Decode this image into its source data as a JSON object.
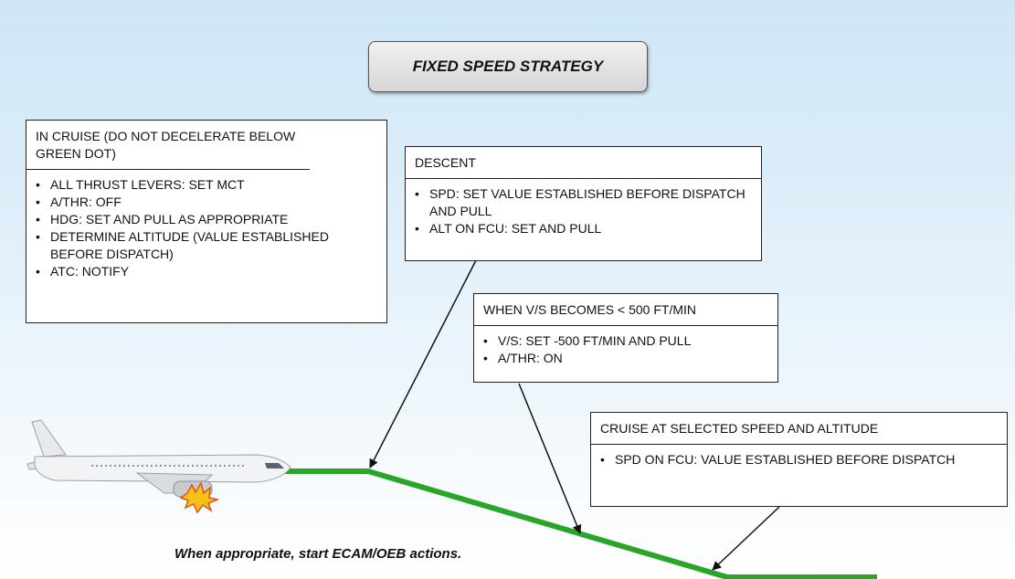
{
  "title": "FIXED SPEED STRATEGY",
  "boxes": {
    "cruise": {
      "heading": "IN CRUISE (DO NOT DECELERATE BELOW GREEN DOT)",
      "items": [
        "ALL THRUST LEVERS: SET MCT",
        "A/THR: OFF",
        "HDG: SET AND PULL AS APPROPRIATE",
        "DETERMINE ALTITUDE (VALUE ESTABLISHED BEFORE DISPATCH)",
        "ATC: NOTIFY"
      ]
    },
    "descent": {
      "heading": "DESCENT",
      "items": [
        "SPD: SET VALUE ESTABLISHED BEFORE DISPATCH AND PULL",
        "ALT ON FCU: SET AND PULL"
      ]
    },
    "vs": {
      "heading": "WHEN V/S BECOMES < 500 FT/MIN",
      "items": [
        "V/S: SET -500 FT/MIN AND PULL",
        "A/THR: ON"
      ]
    },
    "final": {
      "heading": "CRUISE AT SELECTED SPEED AND ALTITUDE",
      "items": [
        "SPD ON FCU: VALUE ESTABLISHED BEFORE DISPATCH"
      ]
    }
  },
  "note": "When appropriate, start ECAM/OEB actions.",
  "colors": {
    "flight_path": "#2aa52a",
    "sky_top": "#cfe6f7",
    "box_border": "#222222"
  },
  "icons": [
    "aircraft-icon",
    "engine-fire-icon"
  ]
}
